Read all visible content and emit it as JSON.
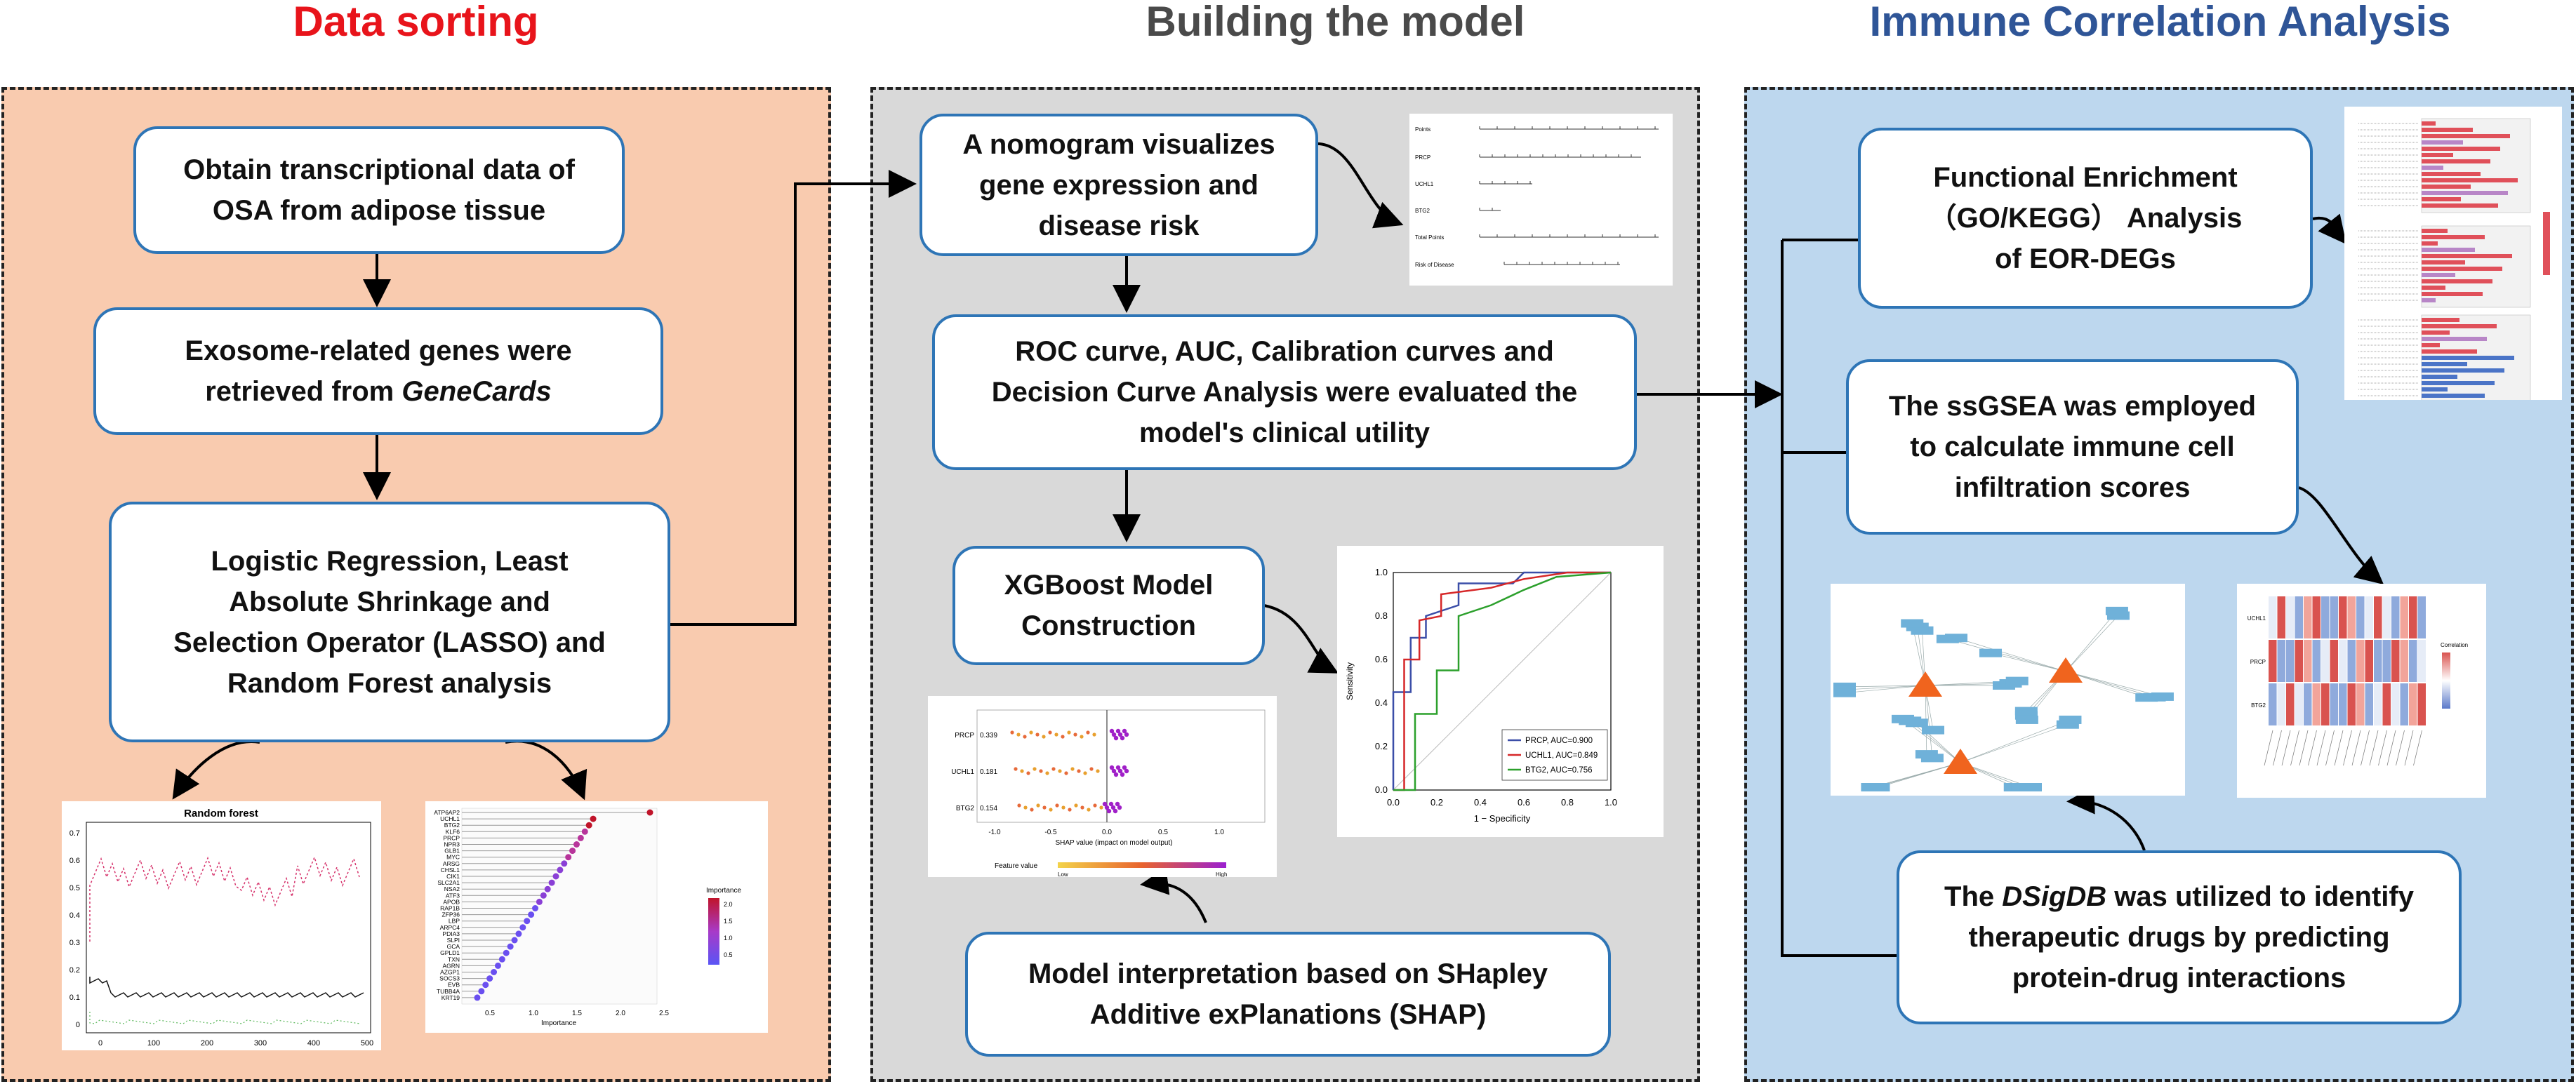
{
  "columns": [
    {
      "title": "Data sorting",
      "color": "#e8141b"
    },
    {
      "title": "Building the model",
      "color": "#4a4a4a"
    },
    {
      "title": "Immune Correlation Analysis",
      "color": "#2f5597"
    }
  ],
  "panel_colors": {
    "left": "#f9cbaf",
    "middle": "#d9d9d9",
    "right": "#bdd7ee"
  },
  "box_border_color": "#2e75b6",
  "data_sorting": {
    "box1": [
      "Obtain transcriptional data of",
      "OSA from adipose tissue"
    ],
    "box2_line1": "Exosome-related genes were",
    "box2_line2_prefix": "retrieved from ",
    "box2_line2_em": "GeneCards",
    "box3": [
      "Logistic Regression, Least",
      "Absolute Shrinkage and",
      "Selection Operator (LASSO) and",
      "Random Forest analysis"
    ],
    "rf_plot": {
      "title": "Random forest",
      "yticks": [
        "0.7",
        "0.6",
        "0.5",
        "0.4",
        "0.3",
        "0.2",
        "0.1",
        "0"
      ],
      "xticks": [
        "0",
        "100",
        "200",
        "300",
        "400",
        "500"
      ]
    },
    "importance_plot": {
      "genes": [
        "ATP6AP2",
        "UCHL1",
        "BTG2",
        "KLF6",
        "PRCP",
        "NPR3",
        "GLB1",
        "MYC",
        "ARSG",
        "CHSL1",
        "CIK1",
        "SLC2A1",
        "NSA2",
        "ATF3",
        "APOB",
        "RAP1B",
        "ZFP36",
        "LBP",
        "ARPC4",
        "PDIA3",
        "SLPI",
        "GCA",
        "GPLD1",
        "TXN",
        "AGRN",
        "AZGP1",
        "SOCS3",
        "EVB",
        "TUBB4A",
        "KRT19"
      ],
      "xticks": [
        "0.5",
        "1.0",
        "1.5",
        "2.0",
        "2.5"
      ],
      "xlabel": "Importance",
      "legend_title": "Importance",
      "legend_ticks": [
        "2.0",
        "1.5",
        "1.0",
        "0.5"
      ]
    }
  },
  "building_model": {
    "box_nomogram": [
      "A nomogram visualizes",
      "gene expression and",
      "disease risk"
    ],
    "box_roc": [
      "ROC curve, AUC, Calibration curves and",
      "Decision Curve Analysis were evaluated the",
      "model's clinical utility"
    ],
    "box_xgb": [
      "XGBoost Model",
      "Construction"
    ],
    "box_shap": [
      "Model interpretation based on SHapley",
      "Additive exPlanations (SHAP)"
    ],
    "nomogram": {
      "rows": [
        "Points",
        "PRCP",
        "UCHL1",
        "BTG2",
        "Total Points",
        "Risk of Disease"
      ]
    },
    "roc": {
      "yticks": [
        "1.0",
        "0.8",
        "0.6",
        "0.4",
        "0.2",
        "0.0"
      ],
      "xticks": [
        "0.0",
        "0.2",
        "0.4",
        "0.6",
        "0.8",
        "1.0"
      ],
      "ylabel": "Sensitivity",
      "xlabel": "1 − Specificity",
      "legend": [
        {
          "label": "PRCP, AUC=0.900",
          "color": "#3b4ea8"
        },
        {
          "label": "UCHL1, AUC=0.849",
          "color": "#d62728"
        },
        {
          "label": "BTG2, AUC=0.756",
          "color": "#2ca02c"
        }
      ]
    },
    "shap": {
      "genes": [
        "PRCP",
        "UCHL1",
        "BTG2"
      ],
      "values": [
        "0.339",
        "0.181",
        "0.154"
      ],
      "xlabel": "SHAP value (impact on model output)",
      "xticks": [
        "-1.0",
        "-0.5",
        "0.0",
        "0.5",
        "1.0"
      ],
      "feature_value": "Feature value",
      "low": "Low",
      "high": "High"
    }
  },
  "immune": {
    "box_go_line1": "Functional Enrichment",
    "box_go_line2": "（GO/KEGG） Analysis",
    "box_go_line3": "of EOR-DEGs",
    "box_ssgsea": [
      "The ssGSEA was employed",
      "to calculate immune cell",
      "infiltration scores"
    ],
    "box_dsig_prefix": "The ",
    "box_dsig_em": "DSigDB",
    "box_dsig_line1_suffix": " was utilized to identify",
    "box_dsig_line2": "therapeutic drugs by predicting",
    "box_dsig_line3": "protein-drug interactions",
    "heatmap": {
      "rows": [
        "UCHL1",
        "PRCP",
        "BTG2"
      ],
      "legend_title": "Correlation"
    }
  }
}
